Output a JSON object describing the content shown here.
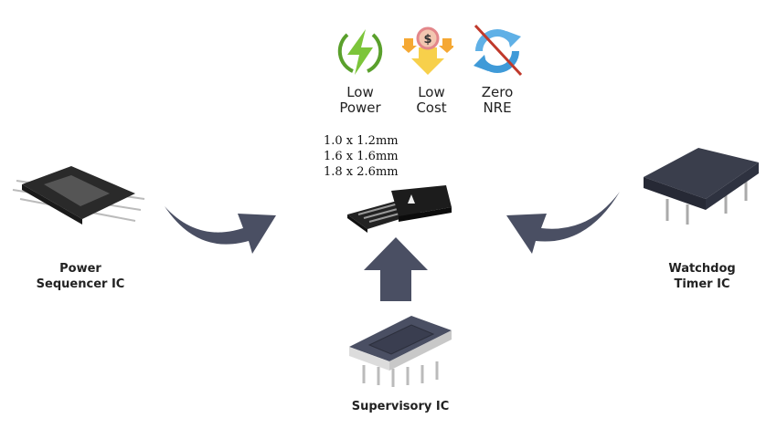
{
  "features": [
    {
      "icon": "lightning-icon",
      "line1": "Low",
      "line2": "Power"
    },
    {
      "icon": "cost-down-icon",
      "line1": "Low",
      "line2": "Cost"
    },
    {
      "icon": "no-refresh-icon",
      "line1": "Zero",
      "line2": "NRE"
    }
  ],
  "package_sizes": [
    "1.0 x 1.2mm",
    "1.6 x 1.6mm",
    "1.8 x 2.6mm"
  ],
  "components": {
    "left": {
      "line1": "Power",
      "line2": "Sequencer IC"
    },
    "right": {
      "line1": "Watchdog",
      "line2": "Timer IC"
    },
    "bottom": {
      "line1": "Supervisory IC"
    }
  },
  "colors": {
    "arrow": "#4a4f63",
    "chip": "#2c2f3a",
    "green": "#6ab42d",
    "yellow": "#f7c948",
    "blue": "#4aa3df",
    "red": "#c0392b"
  }
}
